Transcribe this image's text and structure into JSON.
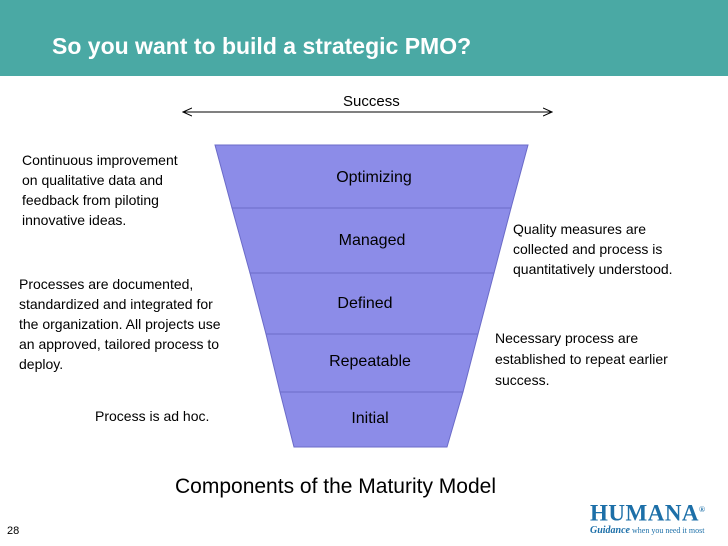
{
  "slide": {
    "title": "So you want to build a strategic PMO?",
    "number": "28",
    "caption": "Components of the Maturity Model"
  },
  "arrow": {
    "label": "Success"
  },
  "levels": [
    {
      "label": "Optimizing"
    },
    {
      "label": "Managed"
    },
    {
      "label": "Defined"
    },
    {
      "label": "Repeatable"
    },
    {
      "label": "Initial"
    }
  ],
  "annotations": {
    "optimizing": [
      "Continuous improvement",
      "on qualitative data and",
      "feedback from piloting",
      "innovative ideas."
    ],
    "managed": [
      "Quality measures are",
      "collected and process is",
      "quantitatively understood."
    ],
    "defined": [
      "Processes are documented,",
      "standardized and integrated for",
      "the organization.  All projects use",
      "an approved, tailored process to",
      "deploy."
    ],
    "repeatable": [
      "Necessary process are",
      "established to repeat earlier",
      "success."
    ],
    "initial": [
      "Process is ad hoc."
    ]
  },
  "logo": {
    "name": "HUMANA",
    "tagline_brand": "Guidance",
    "tagline": "when you need it most"
  },
  "colors": {
    "title_bar": "#4aa9a4",
    "funnel_fill": "#8c8ce8",
    "funnel_stroke": "#6b6bc8",
    "logo": "#1c6fa8"
  }
}
